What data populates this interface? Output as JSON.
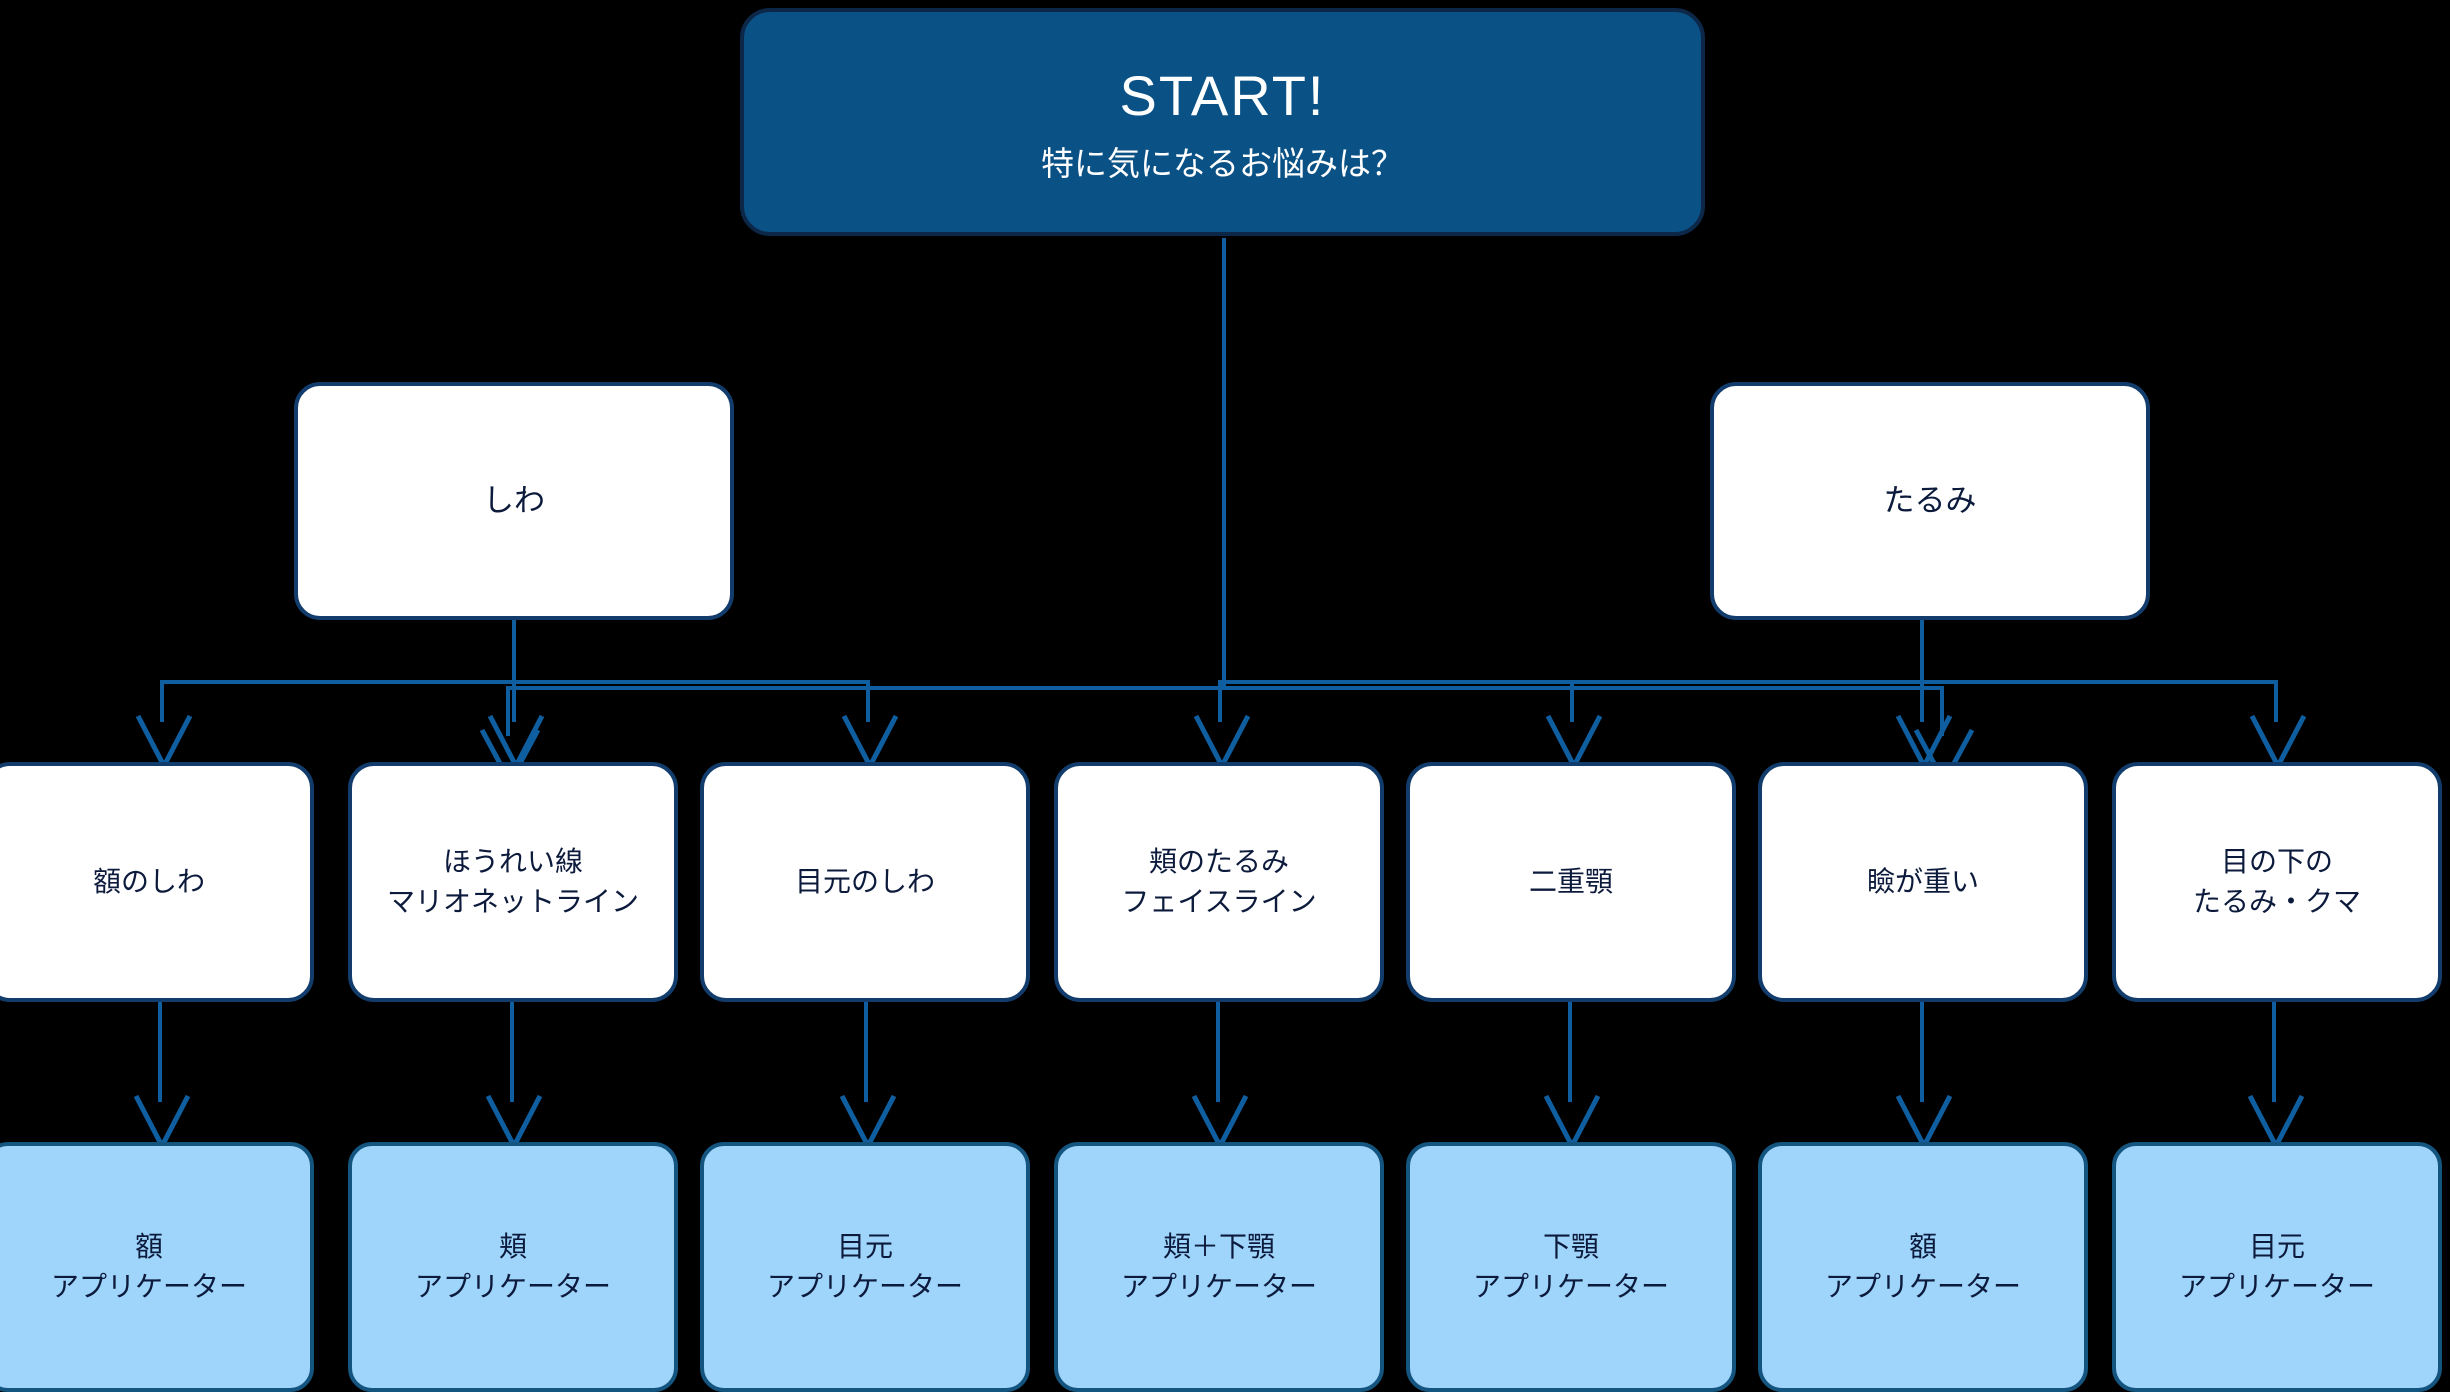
{
  "diagram": {
    "title_node": {
      "headline": "START!",
      "subline": "特に気になるお悩みは？",
      "fill": "#0a5185",
      "border": "#0c2747",
      "text_color": "#ffffff"
    },
    "palette": {
      "background": "#000000",
      "white_node_fill": "#ffffff",
      "white_node_border": "#123c6b",
      "blue_node_fill": "#9fd4fb",
      "blue_node_border": "#14557f",
      "shadow": "#a6d5fb",
      "connector": "#0f5fa0",
      "text_dark": "#0c1a3c"
    },
    "level2": [
      {
        "label": "しわ"
      },
      {
        "label": "たるみ"
      }
    ],
    "level3": [
      {
        "line1": "額のしわ",
        "line2": ""
      },
      {
        "line1": "ほうれい線",
        "line2": "マリオネットライン"
      },
      {
        "line1": "目元のしわ",
        "line2": ""
      },
      {
        "line1": "頬のたるみ",
        "line2": "フェイスライン"
      },
      {
        "line1": "二重顎",
        "line2": ""
      },
      {
        "line1": "瞼が重い",
        "line2": ""
      },
      {
        "line1": "目の下の",
        "line2": "たるみ・クマ"
      }
    ],
    "level4": [
      {
        "line1": "額",
        "line2": "アプリケーター"
      },
      {
        "line1": "頬",
        "line2": "アプリケーター"
      },
      {
        "line1": "目元",
        "line2": "アプリケーター"
      },
      {
        "line1": "頬＋下顎",
        "line2": "アプリケーター"
      },
      {
        "line1": "下顎",
        "line2": "アプリケーター"
      },
      {
        "line1": "額",
        "line2": "アプリケーター"
      },
      {
        "line1": "目元",
        "line2": "アプリケーター"
      }
    ]
  }
}
